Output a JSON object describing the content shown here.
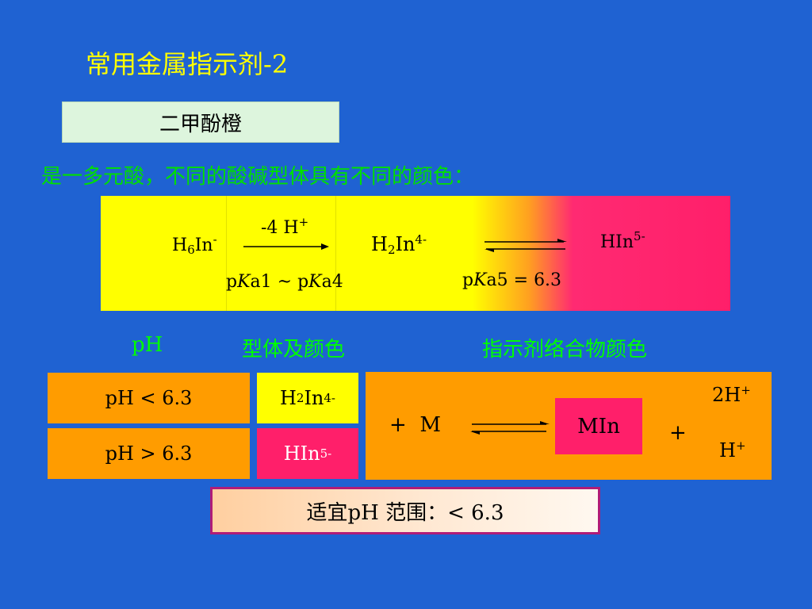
{
  "title": "常用金属指示剂-2",
  "indicator_name": "二甲酚橙",
  "description": "是一多元酸，不同的酸碱型体具有不同的颜色：",
  "equilibrium": {
    "species1_base": "H",
    "species1_sub": "6",
    "species1_rest": "In",
    "species1_charge": "-",
    "step1_label": "-4 H",
    "step1_sup": "+",
    "pka_p1": "p",
    "pka_k1": "K",
    "pka_a1": "a1 ~",
    "pka_p2": "p",
    "pka_k2": "K",
    "pka_a4": "a4",
    "species2_base": "H",
    "species2_sub": "2",
    "species2_rest": "In",
    "species2_charge": "4-",
    "species3": "HIn",
    "species3_charge": "5-",
    "pka5_p": "p",
    "pka5_k": "K",
    "pka5_rest": "a5 = 6.3"
  },
  "headers": {
    "ph": "pH",
    "form_color": "型体及颜色",
    "complex_color": "指示剂络合物颜色"
  },
  "rows": {
    "row1_ph": "pH < 6.3",
    "row2_ph": "pH > 6.3",
    "row1_form_base": "H",
    "row1_form_sub": "2",
    "row1_form_rest": "In",
    "row1_form_charge": "4-",
    "row2_form": "HIn",
    "row2_form_charge": "5-"
  },
  "complex": {
    "plus_m": "+  M",
    "min": "MIn",
    "plus": "+",
    "h2": "2H",
    "h2_sup": "+",
    "h1": "H",
    "h1_sup": "+"
  },
  "range": "适宜pH 范围：< 6.3",
  "colors": {
    "background": "#1f62d2",
    "title": "#ffff00",
    "description": "#00e000",
    "orange": "#ff9c00",
    "yellow": "#ffff00",
    "pink": "#ff1f6a"
  }
}
